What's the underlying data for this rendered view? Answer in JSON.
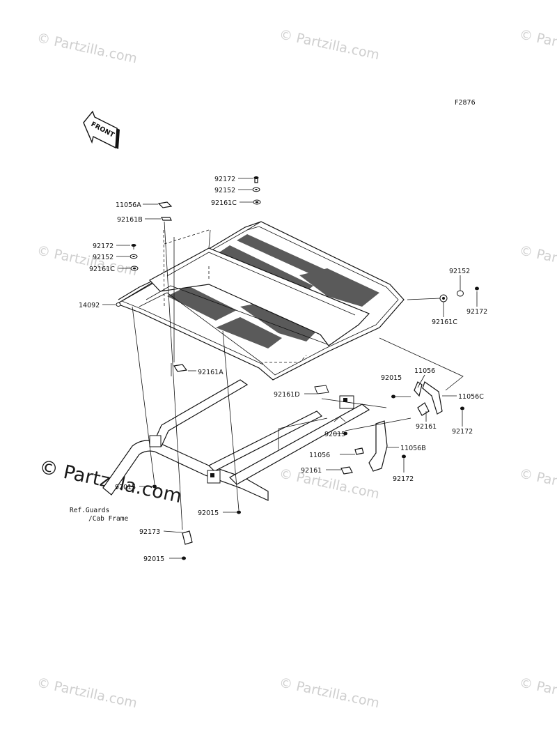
{
  "watermarks": {
    "small": "© Partzilla.com",
    "large": "© Partzilla.com"
  },
  "figure_code": "F2876",
  "front_arrow_text": "FRONT",
  "reference_note": {
    "line1": "Ref.Guards",
    "line2": "/Cab Frame"
  },
  "callouts": {
    "c92172_top": "92172",
    "c92152_top": "92152",
    "c92161C_top": "92161C",
    "c11056A": "11056A",
    "c92161B": "92161B",
    "c92172_left": "92172",
    "c92152_left": "92152",
    "c92161C_left": "92161C",
    "c14092": "14092",
    "c92152_right": "92152",
    "c92172_right": "92172",
    "c92161C_right": "92161C",
    "c92161A": "92161A",
    "c92015_r1": "92015",
    "c11056_r1": "11056",
    "c11056C": "11056C",
    "c92161D": "92161D",
    "c92161_r1": "92161",
    "c92172_r2": "92172",
    "c92015_r2": "92015",
    "c11056B": "11056B",
    "c11056_r2": "11056",
    "c92161_r2": "92161",
    "c92172_r3": "92172",
    "c92015_l1": "92015",
    "c92015_l2": "92015",
    "c92173": "92173",
    "c92015_l3": "92015"
  }
}
